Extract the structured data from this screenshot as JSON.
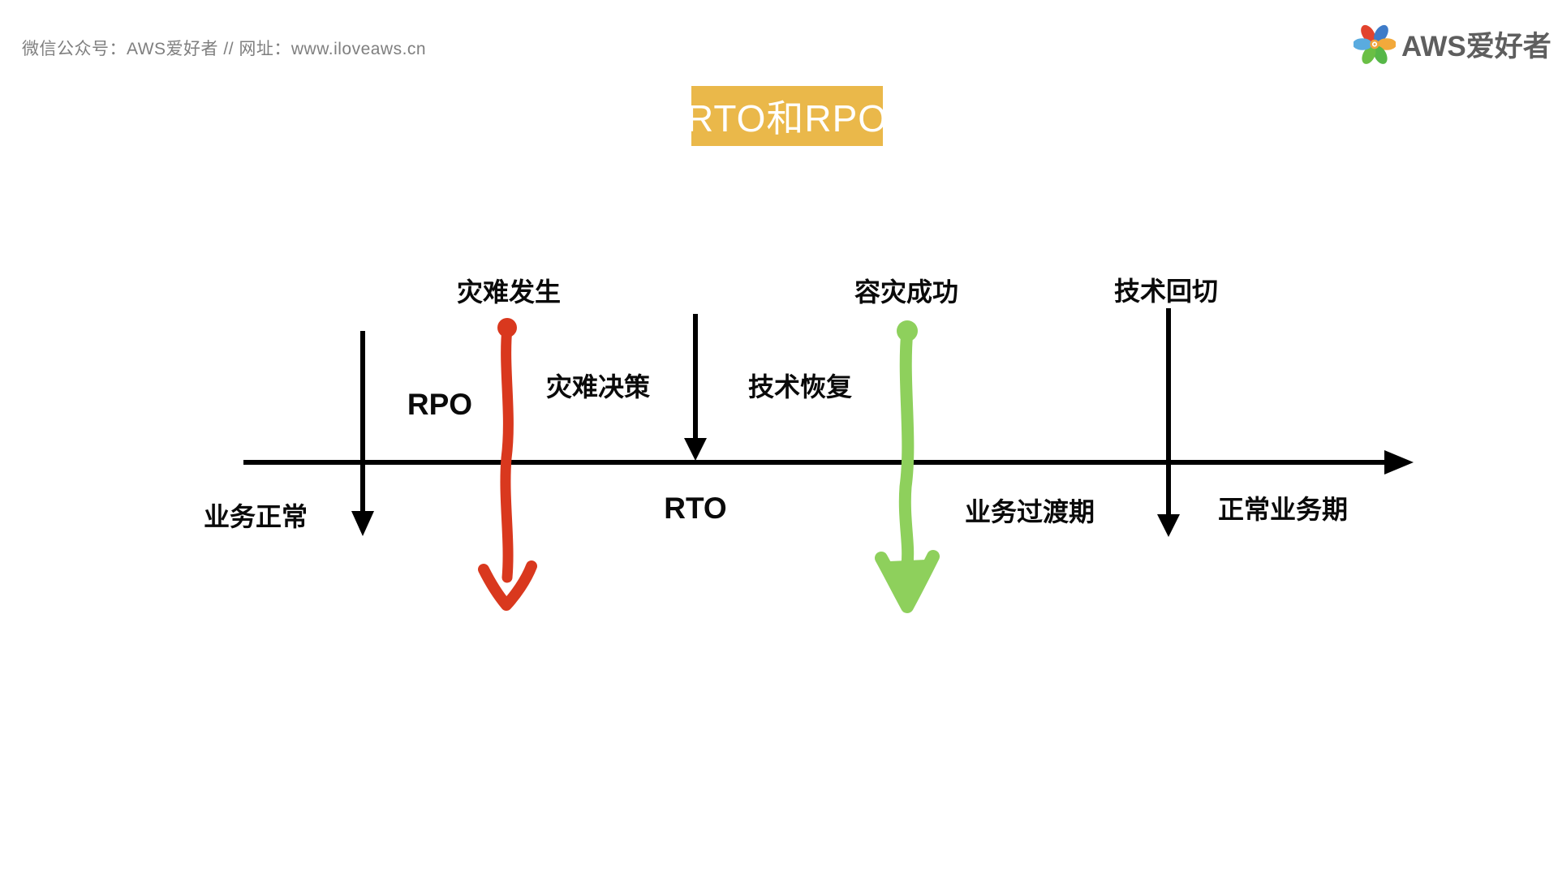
{
  "header": {
    "tagline": "微信公众号：AWS爱好者  //  网址：www.iloveaws.cn",
    "brand": {
      "name": "AWS爱好者",
      "logo_icon": "flower-logo-icon",
      "logo_petal_colors": [
        "#e2432d",
        "#3e7bc8",
        "#f2a93b",
        "#56b748",
        "#56b748",
        "#5aabdf"
      ],
      "logo_center_color": "#f0a33c"
    }
  },
  "title": {
    "text": "RTO和RPO",
    "bg_color": "#eab84a",
    "text_color": "#ffffff"
  },
  "diagram": {
    "type": "timeline",
    "axis_color": "#000000",
    "events_above_axis": [
      {
        "label": "灾难发生",
        "marker": "red-hand-drawn-arrow",
        "marker_color": "#d9381e"
      },
      {
        "label": "容灾成功",
        "marker": "green-hand-drawn-arrow",
        "marker_color": "#8ed05c"
      },
      {
        "label": "技术回切",
        "marker": "black-arrow",
        "marker_color": "#000000"
      }
    ],
    "phases_above_axis": [
      {
        "label": "RPO"
      },
      {
        "label": "灾难决策"
      },
      {
        "label": "技术恢复"
      }
    ],
    "phases_below_axis": [
      {
        "label": "业务正常"
      },
      {
        "label": "RTO"
      },
      {
        "label": "业务过渡期"
      },
      {
        "label": "正常业务期"
      }
    ]
  }
}
